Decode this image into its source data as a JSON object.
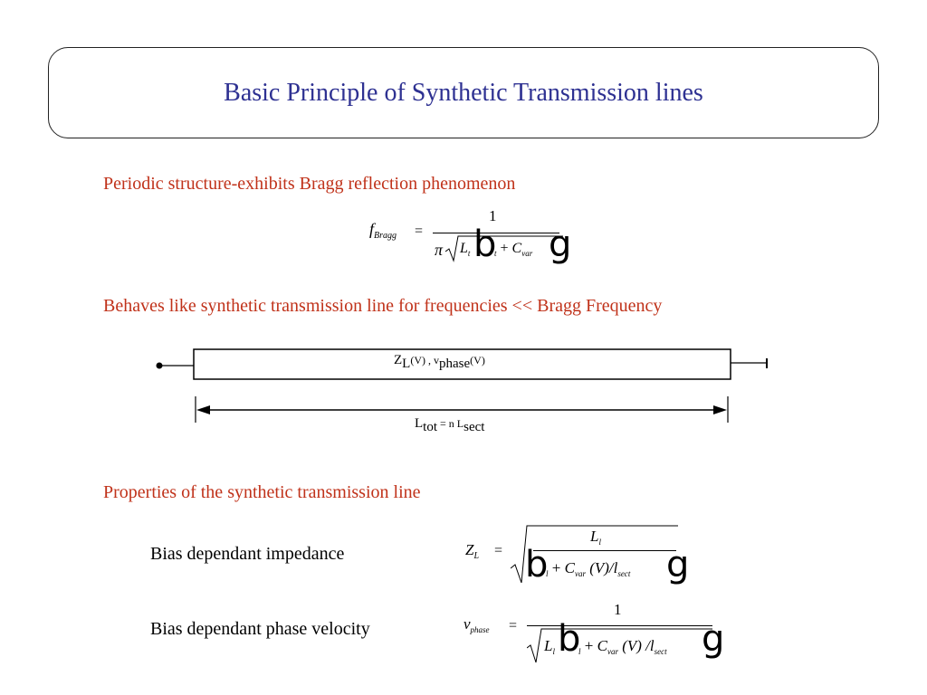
{
  "title": "Basic Principle of Synthetic Transmission lines",
  "sections": {
    "bragg_heading": "Periodic structure-exhibits Bragg reflection phenomenon",
    "synthetic_heading": "Behaves like synthetic transmission line for frequencies << Bragg Frequency",
    "properties_heading": "Properties of the synthetic transmission line"
  },
  "properties": {
    "impedance_label": "Bias dependant impedance",
    "velocity_label": "Bias dependant phase velocity"
  },
  "equations": {
    "bragg": {
      "lhs": "f",
      "lhs_sub": "Bragg",
      "numerator": "1",
      "pi": "π",
      "L": "L",
      "L_sub": "t",
      "glyph_open": "b",
      "l_sub": "t",
      "plus": "+",
      "C": "C",
      "C_sub": "var",
      "glyph_close": "g"
    },
    "impedance": {
      "lhs": "Z",
      "lhs_sub": "L",
      "numerator": "L",
      "numerator_sub": "l",
      "glyph_open": "b",
      "l_sub": "l",
      "plus": "+",
      "C": "C",
      "C_sub": "var",
      "arg": "(V)/",
      "l": "l",
      "l_sect_sub": "sect",
      "glyph_close": "g"
    },
    "velocity": {
      "lhs": "v",
      "lhs_sub": "phase",
      "numerator": "1",
      "L": "L",
      "L_sub": "l",
      "glyph_open": "b",
      "l_sub": "l",
      "plus": "+",
      "C": "C",
      "C_sub": "var",
      "arg": "(V) /",
      "l": "l",
      "l_sect_sub": "sect",
      "glyph_close": "g"
    },
    "equals": "="
  },
  "diagram": {
    "line_label_Z": "Z",
    "line_label_Z_sub": "L",
    "line_label_V1": "(V) , v",
    "line_label_v_sub": "phase",
    "line_label_V2": "(V)",
    "length_L": "L",
    "length_tot_sub": "tot",
    "length_mid": " = n L",
    "length_sect_sub": "sect"
  },
  "colors": {
    "title": "#2e3192",
    "heading": "#c0321a"
  }
}
